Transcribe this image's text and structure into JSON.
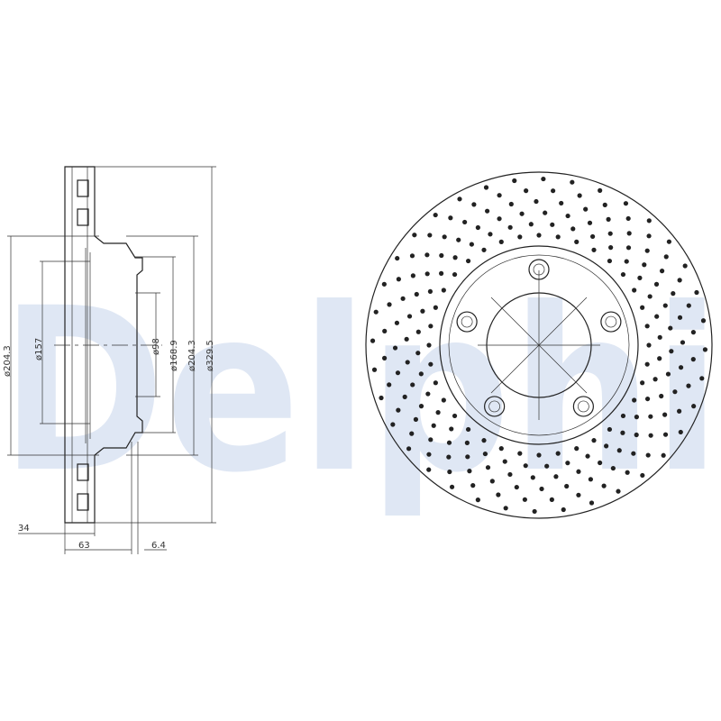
{
  "watermark": {
    "text": "Delphi",
    "color": "#dfe7f4"
  },
  "dimensions": {
    "outer_hat_dia": "ø204.3",
    "inner_hat_dia": "ø157",
    "bore_dia": "ø98",
    "pcd_dia": "ø168.9",
    "hat_dia": "ø204.3",
    "disc_dia": "ø329.5",
    "thickness": "34",
    "height": "63",
    "offset": "6.4"
  },
  "disc_view": {
    "bolt_holes": 5,
    "drilled": true,
    "line_color": "#222222"
  }
}
